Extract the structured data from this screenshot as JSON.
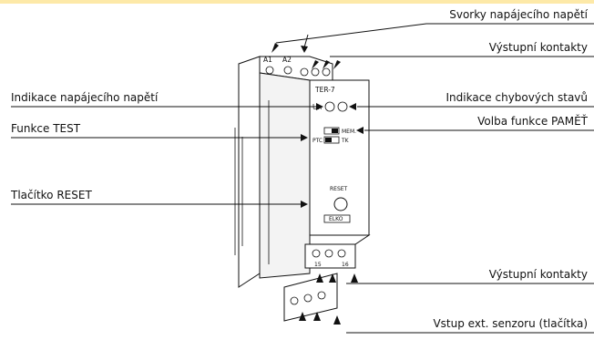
{
  "accent_color": "#fde9a8",
  "labels": {
    "supply_terminals": "Svorky napájecího napětí",
    "output_contacts_top": "Výstupní kontakty",
    "supply_indication": "Indikace napájecího napětí",
    "error_indication": "Indikace chybových stavů",
    "test_function": "Funkce TEST",
    "memory_function": "Volba funkce PAMĚŤ",
    "reset_button": "Tlačítko RESET",
    "output_contacts_bottom": "Výstupní kontakty",
    "sensor_input": "Vstup ext. senzoru (tlačítka)"
  },
  "device": {
    "model": "TER-7",
    "led_label": "Un",
    "terminal_a1": "A1",
    "terminal_a2": "A2",
    "mem_label": "MEM.",
    "ptc_label": "PTC",
    "tk_label": "TK",
    "reset_label": "RESET",
    "brand_label": "ELKO",
    "terminal_15": "15",
    "terminal_16": "16"
  }
}
